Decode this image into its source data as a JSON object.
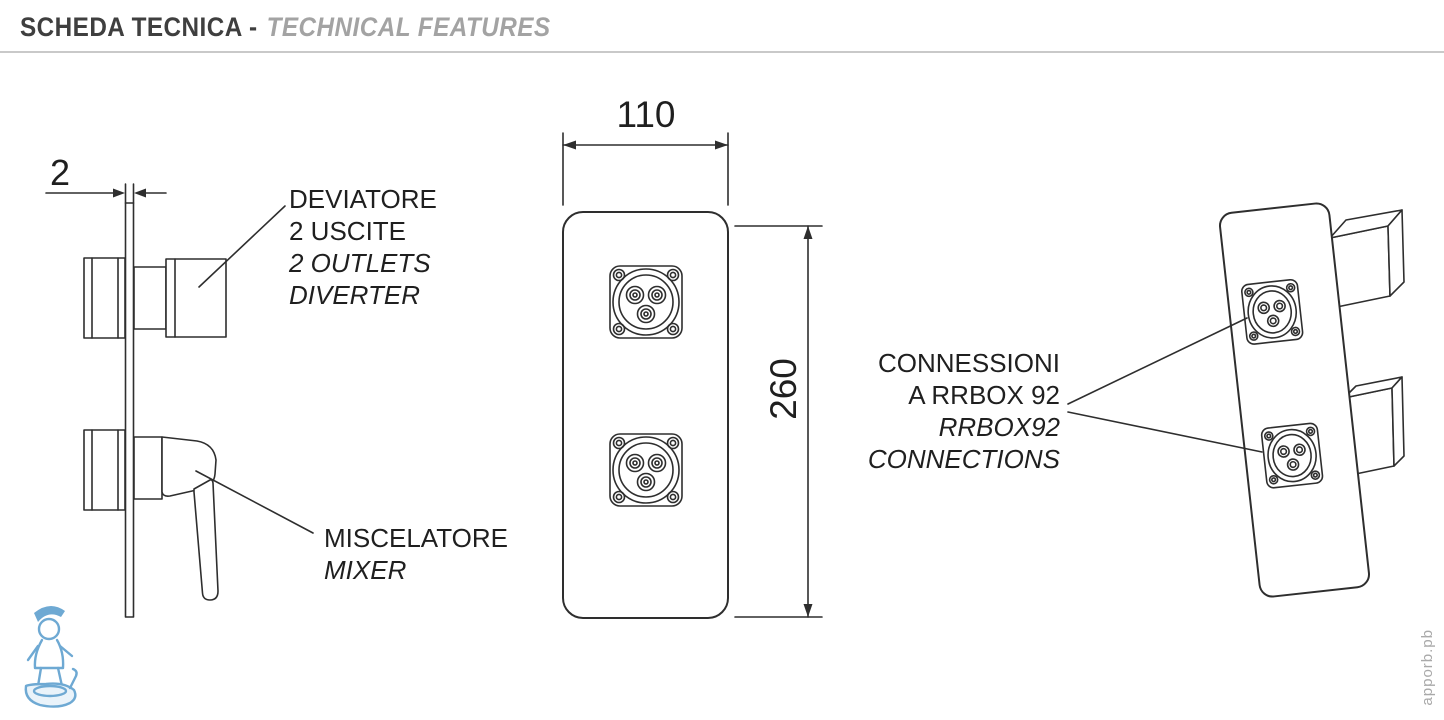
{
  "header": {
    "title_it": "SCHEDA TECNICA -",
    "title_en": "TECHNICAL FEATURES"
  },
  "dimensions": {
    "plate_thickness": "2",
    "plate_width": "110",
    "plate_height": "260"
  },
  "labels": {
    "diverter": {
      "line1": "DEVIATORE",
      "line2": "2 USCITE",
      "line3": "2 OUTLETS",
      "line4": "DIVERTER"
    },
    "mixer": {
      "line1": "MISCELATORE",
      "line2": "MIXER"
    },
    "connections": {
      "line1": "CONNESSIONI",
      "line2": "A RRBOX 92",
      "line3": "RRBOX92",
      "line4": "CONNECTIONS"
    }
  },
  "watermark": {
    "text": "apporb.pb"
  },
  "colors": {
    "line": "#2e2e2e",
    "title_secondary": "#a3a3a3",
    "divider": "#c9c9c9",
    "logo_blue": "#6ea9d3"
  }
}
